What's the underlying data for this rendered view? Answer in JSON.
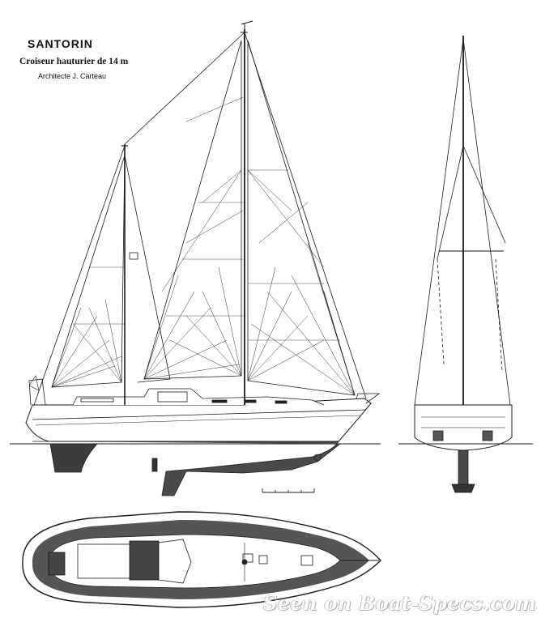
{
  "drawing": {
    "title": "SANTORIN",
    "subtitle": "Croiseur hauturier de 14 m",
    "architect": "Architecte J. Carteau",
    "watermark": "Seen on Boat-Specs.com"
  },
  "colors": {
    "ink": "#1a1a1a",
    "hull_fill": "#3a3a3a",
    "paper": "#ffffff"
  },
  "views": [
    "sail-plan-profile",
    "sail-plan-front",
    "deck-plan"
  ]
}
